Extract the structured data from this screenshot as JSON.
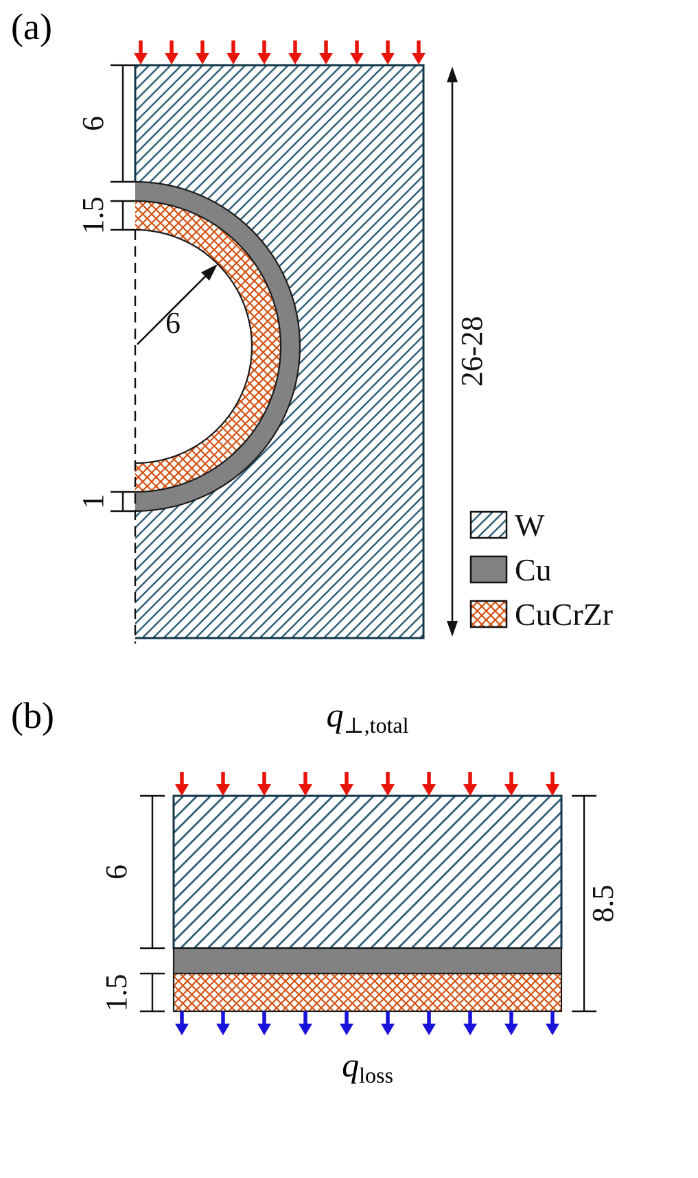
{
  "figure": {
    "panel_a": {
      "label": "(a)",
      "dimensions": {
        "armor_thickness": "6",
        "pipe_wall_thickness": "1.5",
        "interlayer_thickness": "1",
        "channel_radius": "6",
        "block_height_range": "26-28"
      },
      "legend": [
        {
          "label": "W",
          "swatch": "blue-diagonal-hatch"
        },
        {
          "label": "Cu",
          "swatch": "solid-gray"
        },
        {
          "label": "CuCrZr",
          "swatch": "orange-crosshatch"
        }
      ]
    },
    "panel_b": {
      "label": "(b)",
      "heat_flux_in": {
        "symbol": "q",
        "subscript": "⊥,total"
      },
      "heat_flux_out": {
        "symbol": "q",
        "subscript": "loss"
      },
      "dimensions": {
        "armor_thickness": "6",
        "pipe_wall_thickness": "1.5",
        "total_thickness": "8.5"
      }
    },
    "colors": {
      "w_hatch_line": "#2a5a72",
      "block_outline": "#12364a",
      "cu_gray": "#828282",
      "cucrzr_orange": "#d2500f",
      "heat_in_red": "#e81309",
      "heat_out_blue": "#1a12d9",
      "line_black": "#111111"
    }
  }
}
